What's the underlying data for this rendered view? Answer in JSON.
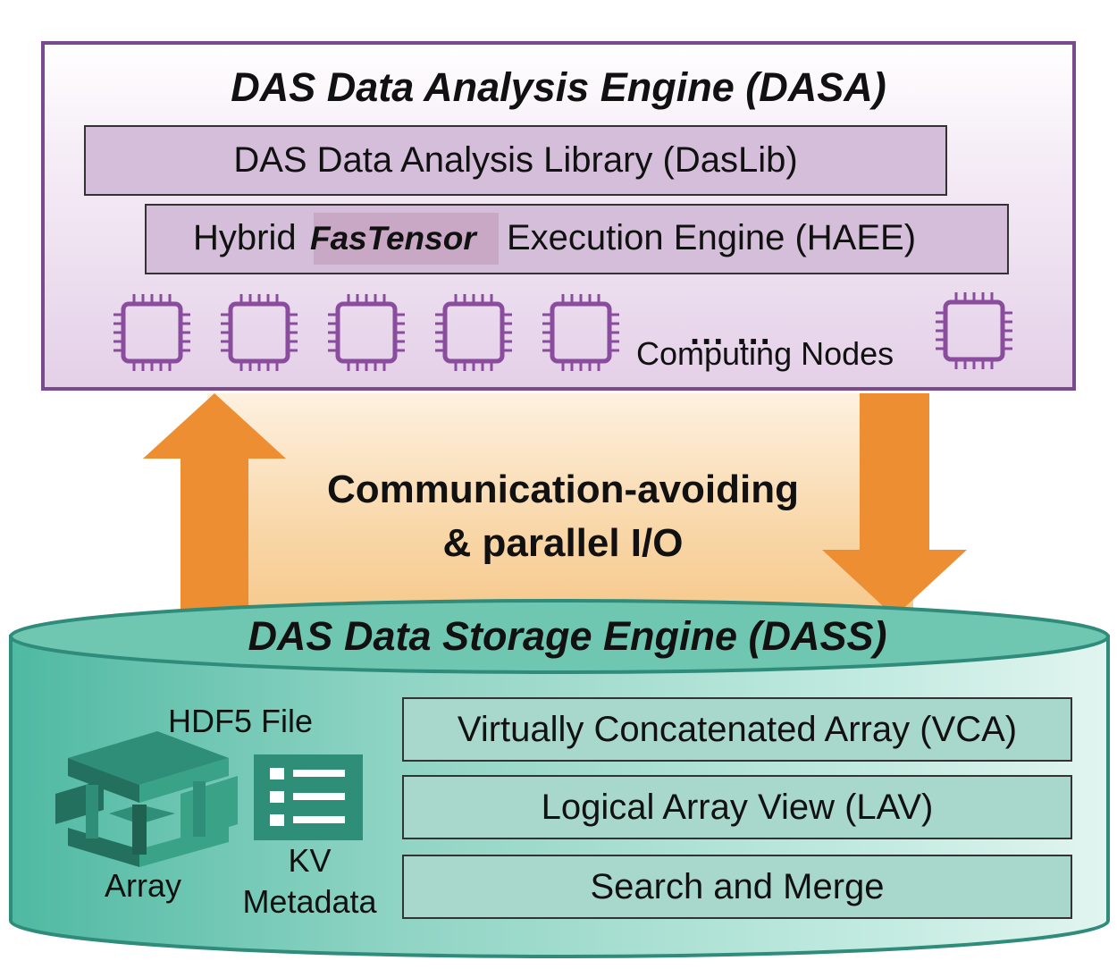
{
  "dasa": {
    "title": "DAS Data Analysis Engine (DASA)",
    "library_label": "DAS Data Analysis Library (DasLib)",
    "execution": {
      "prefix": "Hybrid",
      "highlight": "FasTensor",
      "suffix": "Execution Engine (HAEE)"
    },
    "nodes": {
      "ellipsis": "... ...",
      "label": "Computing Nodes"
    }
  },
  "middle": {
    "line1": "Communication-avoiding",
    "line2": "& parallel I/O"
  },
  "dass": {
    "title": "DAS Data Storage Engine (DASS)",
    "hdf5_label": "HDF5 File",
    "array_label": "Array",
    "kv_line1": "KV",
    "kv_line2": "Metadata",
    "layers": [
      "Virtually Concatenated Array (VCA)",
      "Logical Array View (LAV)",
      "Search and Merge"
    ]
  },
  "colors": {
    "dasa_border": "#7a4a8e",
    "dasa_box_fill": "#d4bed9",
    "chip_purple": "#8a4c9c",
    "arrow_orange": "#ee8e33",
    "cylinder_teal": "#7fcfbd",
    "cylinder_border": "#2f8b7a",
    "icon_teal": "#2f8e78"
  }
}
